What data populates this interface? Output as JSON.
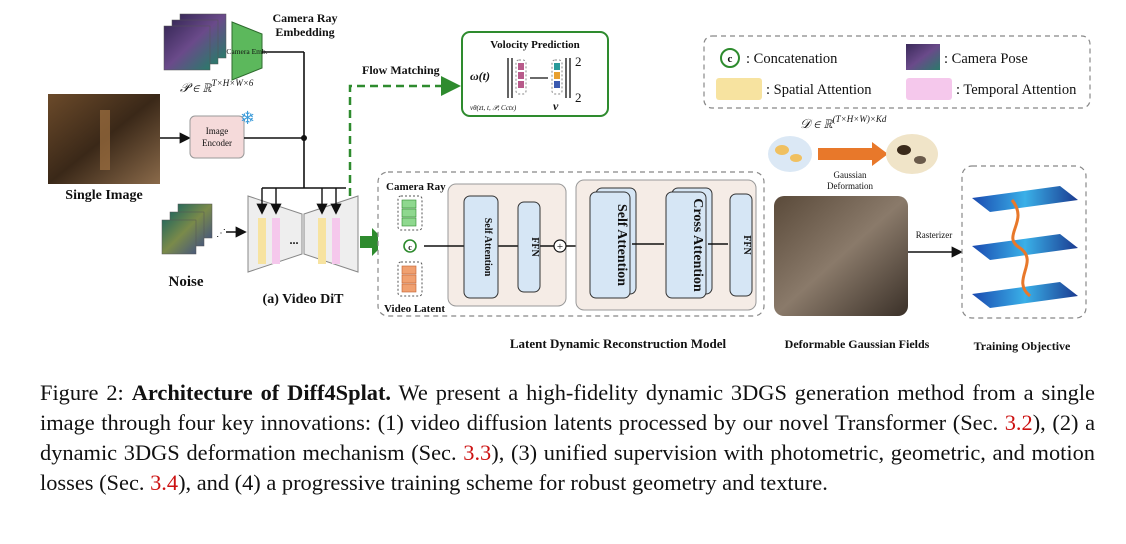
{
  "figure": {
    "camera_ray_embedding": "Camera Ray Embedding",
    "camera_emb": "Camera Emb.",
    "pose_formula": "𝒫 ∈ ℝ",
    "pose_formula_sup": "T×H×W×6",
    "image_encoder": "Image Encoder",
    "single_image": "Single Image",
    "noise": "Noise",
    "video_dit": "(a) Video DiT",
    "dots": "...",
    "flow_matching": "Flow Matching",
    "velocity_title": "Volocity Prediction",
    "omega": "ω(t)",
    "v_theta_sub": "vθ(zt, t, 𝒫, Cctx)",
    "v_symbol": "v",
    "exp_top": "2",
    "exp_bottom": "2",
    "legend": {
      "concat_symbol": "c",
      "concatenation": ": Concatenation",
      "camera_pose": ": Camera Pose",
      "spatial_attention": ": Spatial Attention",
      "temporal_attention": ": Temporal Attention"
    },
    "camera_ray": "Camera Ray",
    "video_latent": "Video Latent",
    "self_attention_small": "Self Attention",
    "ffn": "FFN",
    "self_attention_big": "Self Attention",
    "cross_attention_big": "Cross Attention",
    "ffn2": "FFN",
    "d_formula": "𝒟 ∈ ℝ",
    "d_formula_sup": "(T×H×W)×Kd",
    "gaussian_deformation": "Gaussian Deformation",
    "rasterizer": "Rasterizer",
    "latent_model": "Latent Dynamic Reconstruction Model",
    "deformable_fields": "Deformable Gaussian Fields",
    "training_objective": "Training Objective",
    "colors": {
      "green": "#2e8b2e",
      "spatial": "#f7e3a0",
      "temporal": "#f5c8ec",
      "block": "#d6e6f5",
      "orange": "#e8782a"
    }
  },
  "caption": {
    "fig_label": "Figure 2:",
    "title": "Architecture of Diff4Splat.",
    "segments": [
      {
        "text": " We present a high-fidelity dynamic 3DGS generation method from a single image through four key innovations: (1) video diffusion latents processed by our novel Transformer (Sec. ",
        "ref": false
      },
      {
        "text": "3.2",
        "ref": true
      },
      {
        "text": "), (2) a dynamic 3DGS deformation mechanism (Sec. ",
        "ref": false
      },
      {
        "text": "3.3",
        "ref": true
      },
      {
        "text": "), (3) unified supervision with photometric, geometric, and motion losses (Sec. ",
        "ref": false
      },
      {
        "text": "3.4",
        "ref": true
      },
      {
        "text": "), and (4) a progressive training scheme for robust geometry and texture.",
        "ref": false
      }
    ]
  }
}
